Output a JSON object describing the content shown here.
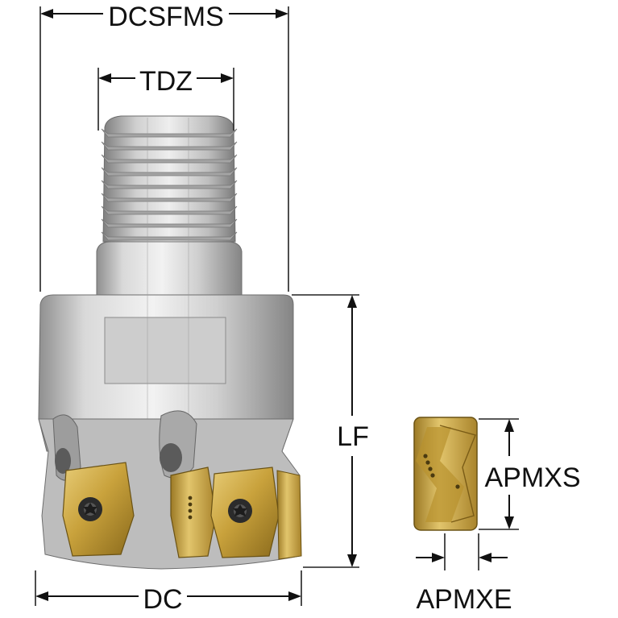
{
  "dimensions": {
    "dcsfms": "DCSFMS",
    "tdz": "TDZ",
    "lf": "LF",
    "dc": "DC",
    "apmxs": "APMXS",
    "apmxe": "APMXE"
  },
  "colors": {
    "body_steel": "#c9c9c9",
    "insert_gold": "#c9a23c",
    "insert_shadow": "#8a6a1c",
    "dimension_ink": "#111111"
  },
  "icons": {
    "torx_screw": "torx-screw-icon"
  }
}
